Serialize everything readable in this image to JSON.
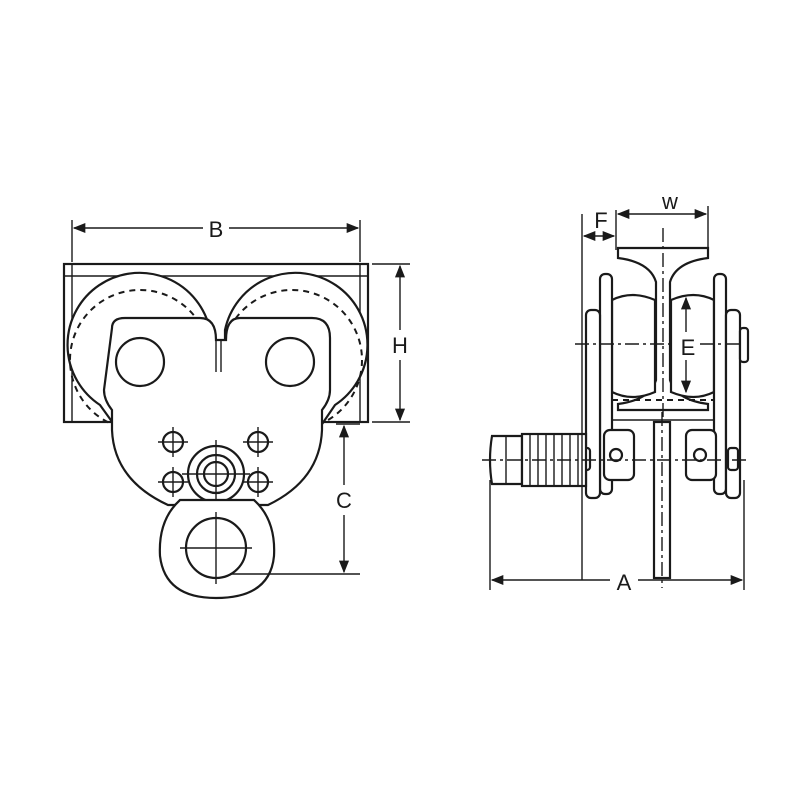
{
  "diagram": {
    "labels": {
      "B": "B",
      "H": "H",
      "C": "C",
      "F": "F",
      "W": "w",
      "E": "E",
      "A": "A"
    },
    "colors": {
      "line": "#1a1a1a",
      "background": "#ffffff"
    }
  }
}
